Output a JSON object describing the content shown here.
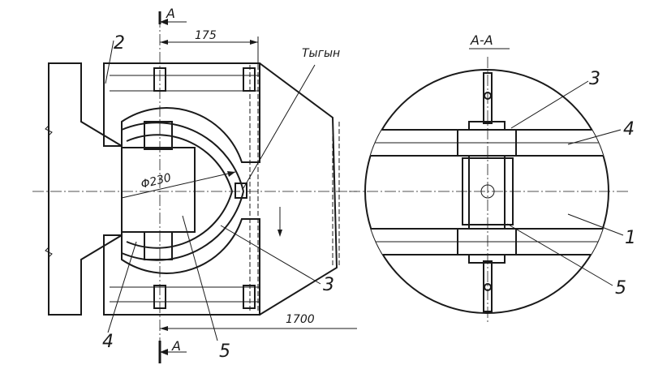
{
  "labels": {
    "section_mark_top": "A",
    "section_mark_bottom": "A",
    "dim_175": "175",
    "dim_diameter": "Φ230",
    "dim_1700": "1700",
    "plug_note": "Тыгын",
    "section_title": "A-A",
    "part_2": "2",
    "part_3_left": "3",
    "part_4_left": "4",
    "part_5_left": "5",
    "part_3_right": "3",
    "part_4_right": "4",
    "part_1_right": "1",
    "part_5_right": "5"
  },
  "colors": {
    "ink": "#1a1a1a",
    "paper": "#ffffff"
  }
}
